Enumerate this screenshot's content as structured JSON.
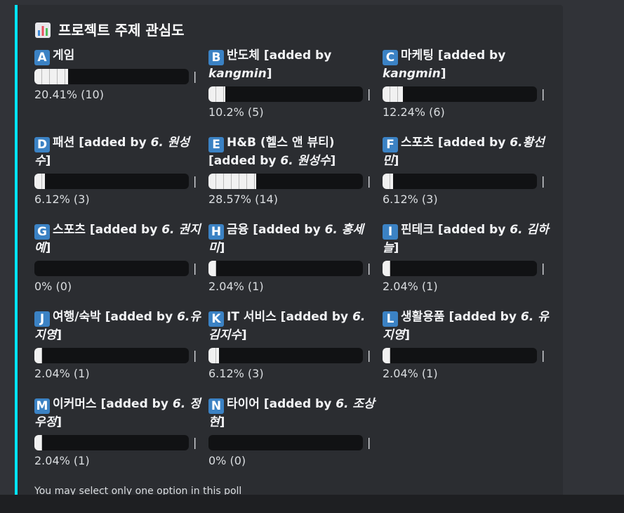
{
  "poll": {
    "title": "프로젝트 주제 관심도",
    "title_icon": "bar-chart-icon",
    "footer": "You may select only one option in this poll",
    "accent_color": "#00e5ff",
    "badge_color": "#3b82c4",
    "options": [
      {
        "letter": "A",
        "name": "게임",
        "by": "",
        "user": "",
        "percent": 20.41,
        "stat": "20.41% (10)"
      },
      {
        "letter": "B",
        "name": "반도체",
        "by": " [added by ",
        "user": "kangmin",
        "close": "]",
        "percent": 10.2,
        "stat": "10.2% (5)"
      },
      {
        "letter": "C",
        "name": "마케팅",
        "by": " [added by ",
        "user": "kangmin",
        "close": "]",
        "percent": 12.24,
        "stat": "12.24% (6)"
      },
      {
        "letter": "D",
        "name": "패션",
        "by": " [added by ",
        "user": "6. 원성수",
        "close": "]",
        "percent": 6.12,
        "stat": "6.12% (3)"
      },
      {
        "letter": "E",
        "name": "H&B (헬스 앤 뷰티)",
        "by": " [added by ",
        "user": "6. 원성수",
        "close": "]",
        "percent": 28.57,
        "stat": "28.57% (14)"
      },
      {
        "letter": "F",
        "name": "스포츠",
        "by": " [added by ",
        "user": "6.황선민",
        "close": "]",
        "percent": 6.12,
        "stat": "6.12% (3)"
      },
      {
        "letter": "G",
        "name": "스포츠",
        "by": " [added by ",
        "user": "6. 권지예",
        "close": "]",
        "percent": 0,
        "stat": "0% (0)"
      },
      {
        "letter": "H",
        "name": "금융",
        "by": " [added by ",
        "user": "6. 홍세미",
        "close": "]",
        "percent": 2.04,
        "stat": "2.04% (1)"
      },
      {
        "letter": "I",
        "name": "핀테크",
        "by": " [added by ",
        "user": "6. 김하늘",
        "close": "]",
        "percent": 2.04,
        "stat": "2.04% (1)"
      },
      {
        "letter": "J",
        "name": "여행/숙박",
        "by": " [added by ",
        "user": "6.유지영",
        "close": "]",
        "percent": 2.04,
        "stat": "2.04% (1)"
      },
      {
        "letter": "K",
        "name": "IT 서비스",
        "by": " [added by ",
        "user": "6. 김지수",
        "close": "]",
        "percent": 6.12,
        "stat": "6.12% (3)"
      },
      {
        "letter": "L",
        "name": "생활용품",
        "by": " [added by ",
        "user": "6. 유지영",
        "close": "]",
        "percent": 2.04,
        "stat": "2.04% (1)"
      },
      {
        "letter": "M",
        "name": "이커머스",
        "by": " [added by ",
        "user": "6. 정우정",
        "close": "]",
        "percent": 2.04,
        "stat": "2.04% (1)"
      },
      {
        "letter": "N",
        "name": "타이어",
        "by": " [added by ",
        "user": "6. 조상현",
        "close": "]",
        "percent": 0,
        "stat": "0% (0)"
      }
    ]
  }
}
